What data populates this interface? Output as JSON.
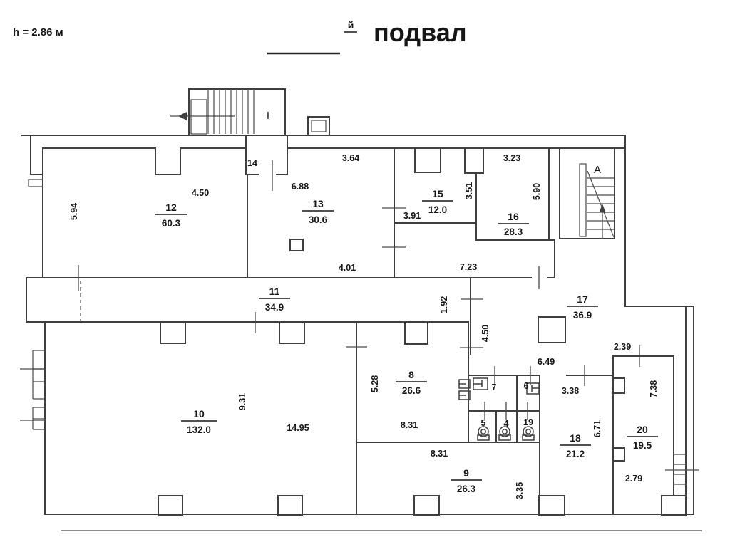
{
  "header": {
    "height_note": "h = 2.86 м",
    "superscript": "й",
    "title": "подвал"
  },
  "stairwells": {
    "left_label": "I",
    "right_label": "A"
  },
  "rooms": {
    "r10": {
      "number": "10",
      "area": "132.0"
    },
    "r8": {
      "number": "8",
      "area": "26.6"
    },
    "r9": {
      "number": "9",
      "area": "26.3"
    },
    "r11": {
      "number": "11",
      "area": "34.9"
    },
    "r12": {
      "number": "12",
      "area": "60.3"
    },
    "r13": {
      "number": "13",
      "area": "30.6"
    },
    "r15": {
      "number": "15",
      "area": "12.0"
    },
    "r16": {
      "number": "16",
      "area": "28.3"
    },
    "r17": {
      "number": "17",
      "area": "36.9"
    },
    "r18": {
      "number": "18",
      "area": "21.2"
    },
    "r20": {
      "number": "20",
      "area": "19.5"
    },
    "r14": {
      "number": "14"
    },
    "r7": {
      "number": "7"
    },
    "r6": {
      "number": "6"
    },
    "r5": {
      "number": "5"
    },
    "r4": {
      "number": "4"
    },
    "r19": {
      "number": "19"
    }
  },
  "dimensions": {
    "d_594": "5.94",
    "d_450a": "4.50",
    "d_364": "3.64",
    "d_688": "6.88",
    "d_391": "3.91",
    "d_351": "3.51",
    "d_323": "3.23",
    "d_590": "5.90",
    "d_401": "4.01",
    "d_723": "7.23",
    "d_192": "1.92",
    "d_450b": "4.50",
    "d_931": "9.31",
    "d_1495": "14.95",
    "d_528": "5.28",
    "d_831a": "8.31",
    "d_831b": "8.31",
    "d_335": "3.35",
    "d_649": "6.49",
    "d_338": "3.38",
    "d_671": "6.71",
    "d_738": "7.38",
    "d_239": "2.39",
    "d_279": "2.79"
  },
  "colors": {
    "wall": "#3f3f3f",
    "text": "#161616",
    "background": "#ffffff"
  }
}
